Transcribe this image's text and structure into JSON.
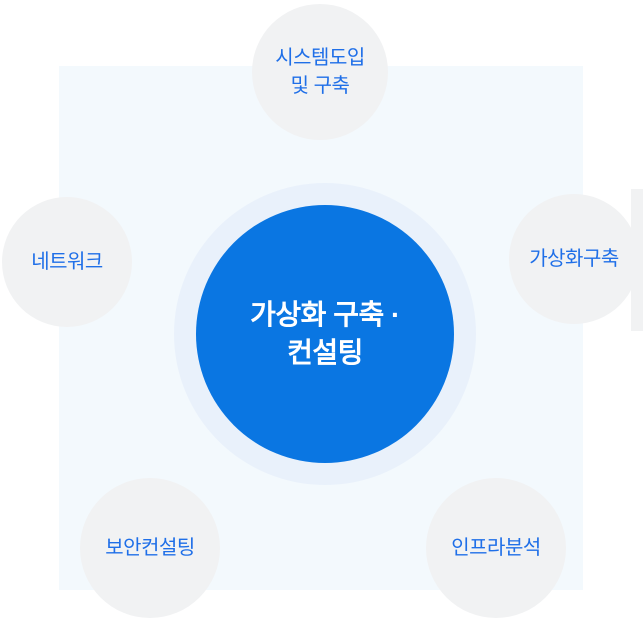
{
  "page": {
    "background_color": "#ffffff"
  },
  "diagram": {
    "type": "hub-and-spoke",
    "colors": {
      "center_fill": "#0a76e2",
      "center_halo": "#e9f1fb",
      "center_text": "#ffffff",
      "satellite_fill": "#f1f2f3",
      "satellite_text": "#1f6fe8",
      "backdrop_square": "#f3f9fd"
    },
    "center": {
      "line1": "가상화 구축 ·",
      "line2": "컨설팅"
    },
    "satellites": [
      {
        "position": "top",
        "line1": "시스템도입",
        "line2": "및 구축"
      },
      {
        "position": "left",
        "line1": "네트워크",
        "line2": ""
      },
      {
        "position": "right",
        "line1": "가상화구축",
        "line2": ""
      },
      {
        "position": "bottom-left",
        "line1": "보안컨설팅",
        "line2": ""
      },
      {
        "position": "bottom-right",
        "line1": "인프라분석",
        "line2": ""
      }
    ]
  }
}
